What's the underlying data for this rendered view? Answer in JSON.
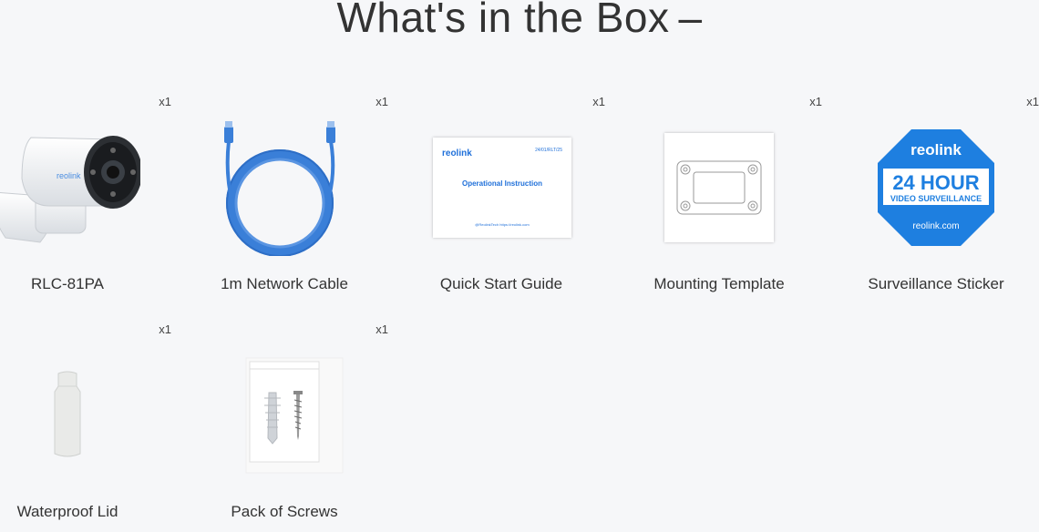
{
  "header": {
    "title": "What's in the Box",
    "dash": "–"
  },
  "items": [
    {
      "name": "RLC-81PA",
      "qty": "x1",
      "icon": "camera-image"
    },
    {
      "name": "1m Network Cable",
      "qty": "x1",
      "icon": "network-cable-image"
    },
    {
      "name": "Quick Start Guide",
      "qty": "x1",
      "icon": "quick-start-guide-image",
      "logo": "reolink",
      "date": "24/01/RLT/25",
      "heading": "Operational Instruction",
      "footer": "@ReolinkTech   https://reolink.com"
    },
    {
      "name": "Mounting Template",
      "qty": "x1",
      "icon": "mounting-template-image"
    },
    {
      "name": "Surveillance Sticker",
      "qty": "x1",
      "icon": "surveillance-sticker-image",
      "logo": "reolink",
      "big": "24 HOUR",
      "sub": "VIDEO SURVEILLANCE",
      "site": "reolink.com"
    },
    {
      "name": "Waterproof Lid",
      "qty": "x1",
      "icon": "waterproof-lid-image"
    },
    {
      "name": "Pack of Screws",
      "qty": "x1",
      "icon": "screws-pack-image"
    }
  ],
  "colors": {
    "accent": "#1e6fd9",
    "cable": "#3a7fd8",
    "background": "#f6f7f9"
  }
}
